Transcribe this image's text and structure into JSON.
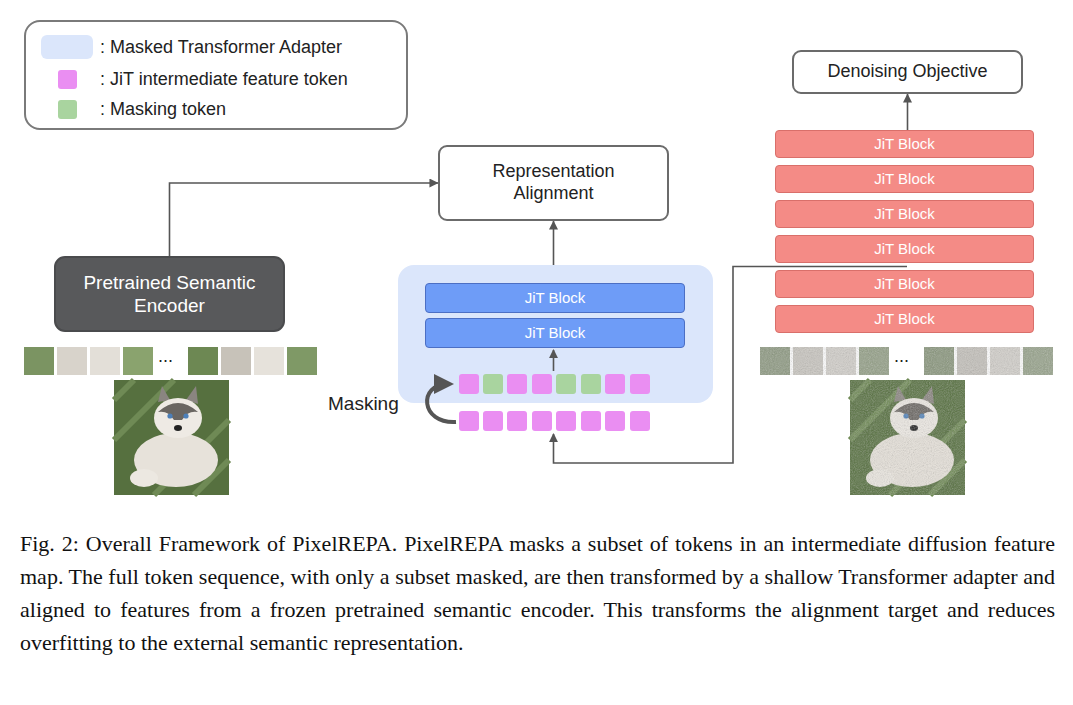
{
  "diagram": {
    "caption": "Fig. 2: Overall Framework of PixelREPA. PixelREPA masks a subset of tokens in an intermediate diffusion feature map. The full token sequence, with only a subset masked, are then transformed by a shallow Transformer adapter and aligned to features from a frozen pretrained semantic encoder. This transforms the alignment target and reduces overfitting to the external semantic representation.",
    "nodes": [
      {
        "text": [
          "Representation Alignment"
        ]
      },
      {
        "text": [
          "Denoising Objective"
        ]
      },
      {
        "text": [
          "Pretrained Semantic Encoder"
        ]
      },
      {
        "text": []
      },
      {
        "text": [
          "JiT Block"
        ],
        "in": 3
      },
      {
        "text": [
          "JiT Block"
        ],
        "in": 3
      },
      {
        "text": [
          "JiT Block"
        ]
      },
      {
        "text": [
          "JiT Block"
        ]
      },
      {
        "text": [
          "JiT Block"
        ]
      },
      {
        "text": [
          "JiT Block"
        ]
      },
      {
        "text": [
          "JiT Block"
        ]
      },
      {
        "text": [
          "JiT Block"
        ]
      }
    ],
    "edges": [
      {
        "from": 2,
        "to": 0,
        "arrow": "to"
      },
      {
        "from": 3,
        "to": 0,
        "arrow": "to"
      },
      {
        "from": 6,
        "to": 1,
        "arrow": "to"
      }
    ],
    "labels": [
      "...",
      "Masking",
      "..."
    ],
    "legend": [
      {
        "text": ": Masked Transformer Adapter",
        "color": "#dbe6fb"
      },
      {
        "text": ": JiT intermediate feature token",
        "color": "#ea8ef2"
      },
      {
        "text": ": Masking token",
        "color": "#a9d49f"
      }
    ]
  }
}
